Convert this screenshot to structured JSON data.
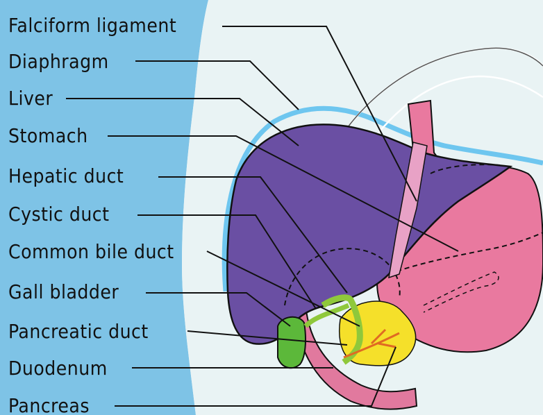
{
  "labels": {
    "falciform_ligament": "Falciform ligament",
    "diaphragm": "Diaphragm",
    "liver": "Liver",
    "stomach": "Stomach",
    "hepatic_duct": "Hepatic duct",
    "cystic_duct": "Cystic duct",
    "common_bile_duct": "Common bile duct",
    "gall_bladder": "Gall bladder",
    "pancreatic_duct": "Pancreatic duct",
    "duodenum": "Duodenum",
    "pancreas": "Pancreas"
  },
  "colors": {
    "background": "#e9f3f4",
    "body_shadow": "#7ec3e6",
    "diaphragm": "#6ec6ef",
    "liver": "#6a4fa3",
    "stomach": "#e9799f",
    "ligament": "#e8a2c6",
    "gall_bladder": "#5cb83a",
    "bile_ducts": "#8fc83b",
    "pancreas": "#f5e02a",
    "duodenum": "#e1799e",
    "outline": "#111111"
  }
}
